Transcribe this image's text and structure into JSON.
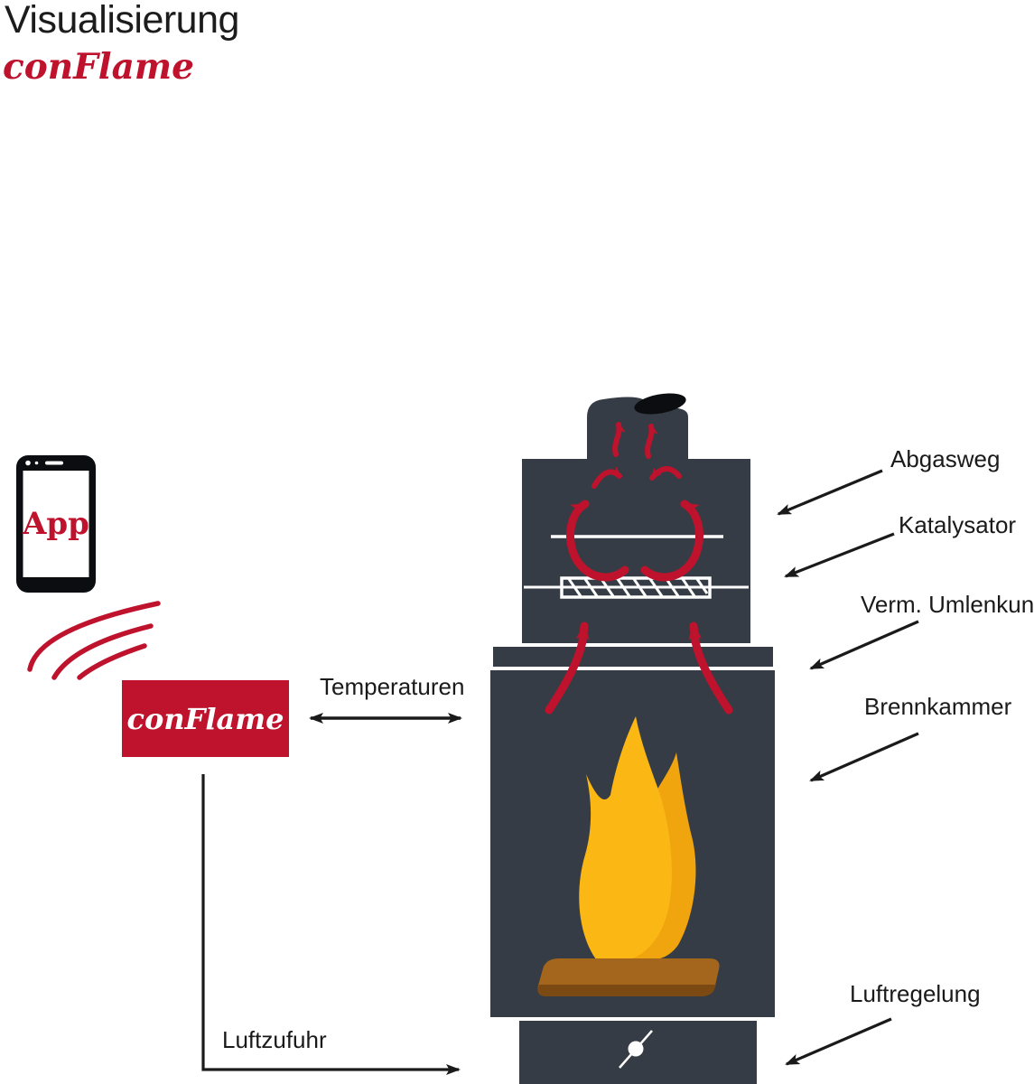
{
  "page": {
    "title": "Visualisierung",
    "brand": "conFlame"
  },
  "colors": {
    "red": "#BE122D",
    "dark": "#363C45",
    "flame": "#FBB713",
    "flame_back": "#F0A40D",
    "wood": "#A4661D",
    "wood_dark": "#7A4A12",
    "ink": "#1A1A1A",
    "black": "#0B0D10",
    "white": "#FFFFFF"
  },
  "phone": {
    "app_label": "App"
  },
  "controller": {
    "label": "conFlame"
  },
  "flows": {
    "temperatures": "Temperaturen",
    "air_supply": "Luftzufuhr"
  },
  "labels": {
    "abgasweg": "Abgasweg",
    "katalysator": "Katalysator",
    "umlenkung": "Verm. Umlenkung",
    "brennkammer": "Brennkammer",
    "luftregelung": "Luftregelung"
  },
  "icons": {
    "phone": "smartphone-icon",
    "signal": "wireless-signal-icon",
    "flame": "flame-icon",
    "damper": "air-damper-valve-icon",
    "catalyst": "catalyst-hatched-bar-icon"
  }
}
